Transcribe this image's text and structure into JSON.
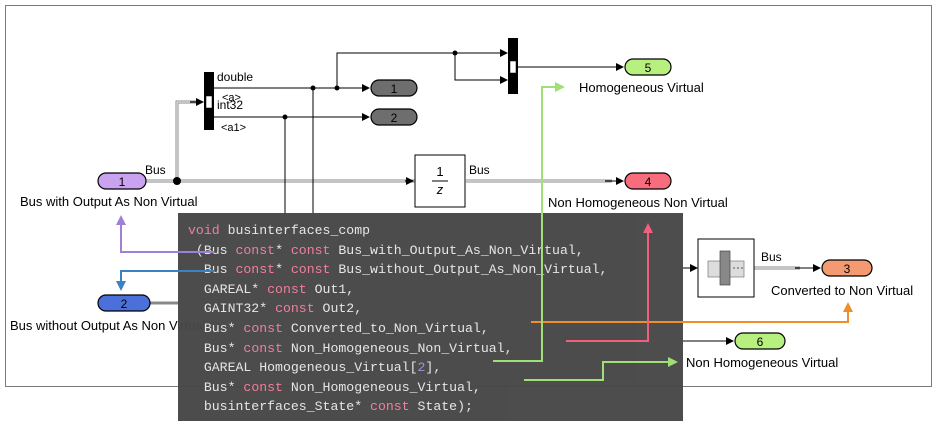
{
  "ports": {
    "in1": {
      "num": "1",
      "label": "Bus with Output As Non Virtual"
    },
    "in2": {
      "num": "2",
      "label": "Bus without Output As Non Virtual"
    },
    "out1": {
      "num": "1"
    },
    "out2": {
      "num": "2"
    },
    "out3": {
      "num": "3",
      "label": "Converted to Non Virtual"
    },
    "out4": {
      "num": "4",
      "label": "Non Homogeneous Non Virtual"
    },
    "out5": {
      "num": "5",
      "label": "Homogeneous Virtual"
    },
    "out6": {
      "num": "6",
      "label": "Non Homogeneous Virtual"
    }
  },
  "signals": {
    "bus1": "Bus",
    "bus2": "Bus",
    "bus3": "Bus",
    "double": "double",
    "a": "<a>",
    "int32": "int32",
    "a1": "<a1>"
  },
  "delay_block": {
    "numerator": "1",
    "denominator": "z"
  },
  "colors": {
    "port_in": "#c9a3f0",
    "port_in2": "#4b70d9",
    "port_dark": "#6e6e6e",
    "port_red": "#f76d7e",
    "port_orange": "#f49a73",
    "port_green": "#b8f07f",
    "arrow_purple": "#9f7fd8",
    "arrow_blue": "#3b82c4",
    "arrow_orange": "#ee8f2b",
    "arrow_pink": "#f0607a",
    "arrow_green": "#9fdf76"
  },
  "code": {
    "line1_kw": "void",
    "line1_rest": " businterfaces_comp",
    "line2_pre": " (Bus ",
    "line2_kw": "const",
    "line2_mid": "* ",
    "line2_kw2": "const",
    "line2_rest": " Bus_with_Output_As_Non_Virtual,",
    "line3_pre": "  Bus ",
    "line3_kw": "const",
    "line3_mid": "* ",
    "line3_kw2": "const",
    "line3_rest": " Bus_without_Output_As_Non_Virtual,",
    "line4_pre": "  GAREAL* ",
    "line4_kw": "const",
    "line4_rest": " Out1,",
    "line5_pre": "  GAINT32* ",
    "line5_kw": "const",
    "line5_rest": " Out2,",
    "line6_pre": "  Bus* ",
    "line6_kw": "const",
    "line6_rest": " Converted_to_Non_Virtual,",
    "line7_pre": "  Bus* ",
    "line7_kw": "const",
    "line7_rest": " Non_Homogeneous_Non_Virtual,",
    "line8_pre": "  GAREAL Homogeneous_Virtual[",
    "line8_num": "2",
    "line8_rest": "],",
    "line9_pre": "  Bus* ",
    "line9_kw": "const",
    "line9_rest": " Non_Homogeneous_Virtual,",
    "line10_pre": "  businterfaces_State* ",
    "line10_kw": "const",
    "line10_rest": " State);"
  }
}
